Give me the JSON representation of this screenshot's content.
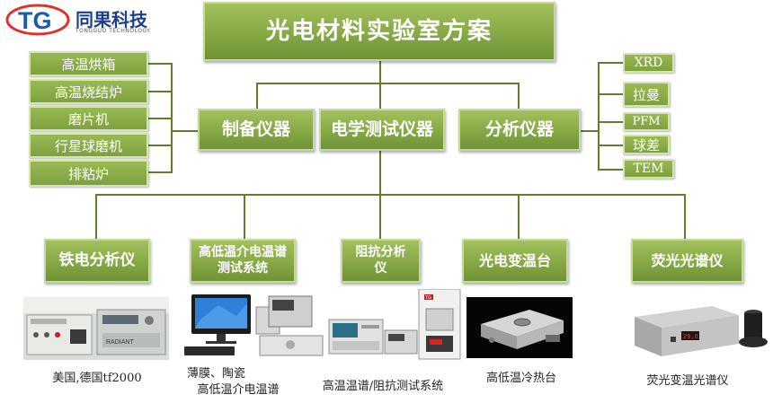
{
  "logo": {
    "mark": "TG",
    "cn": "同果科技",
    "en": "TONGGUO TECHNOLOGY"
  },
  "title": "光电材料实验室方案",
  "categories": {
    "prep": "制备仪器",
    "elec": "电学测试仪器",
    "analysis": "分析仪器"
  },
  "prep_items": [
    "高温烘箱",
    "高温烧结炉",
    "磨片机",
    "行星球磨机",
    "排粘炉"
  ],
  "analysis_items": [
    "XRD",
    "拉曼",
    "PFM",
    "球差",
    "TEM"
  ],
  "instruments": [
    {
      "label": "铁电分析仪",
      "caption": "美国,德国tf2000"
    },
    {
      "label": "高低温介电温谱测试系统",
      "caption_l1": "薄膜、陶瓷",
      "caption_l2": "高低温介电温谱"
    },
    {
      "label": "阻抗分析仪",
      "caption": "高温温谱/阻抗测试系统"
    },
    {
      "label": "光电变温台",
      "caption": "高低温冷热台"
    },
    {
      "label": "荧光光谱仪",
      "caption": "荧光变温光谱仪"
    }
  ],
  "device_labels": {
    "ferro_brand": "RADIANT",
    "furnace_badge": "TG",
    "temp_readout": "29.6"
  }
}
